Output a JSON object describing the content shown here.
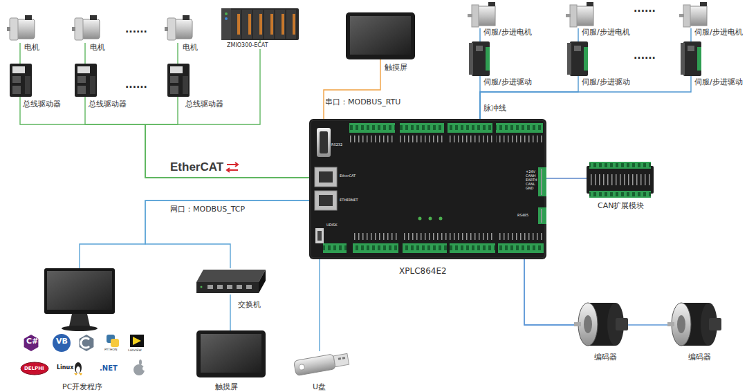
{
  "diagram": {
    "nodes": [
      {
        "text": [
          "电机"
        ]
      },
      {
        "text": [
          "电机"
        ]
      },
      {
        "text": [
          "电机"
        ]
      },
      {
        "text": [
          "总线驱动器"
        ]
      },
      {
        "text": [
          "总线驱动器"
        ]
      },
      {
        "text": [
          "总线驱动器"
        ]
      },
      {
        "text": [
          "ZMIO300-ECAT"
        ]
      },
      {
        "text": [
          "触摸屏"
        ]
      },
      {
        "text": [
          "伺服/步进电机"
        ]
      },
      {
        "text": [
          "伺服/步进电机"
        ]
      },
      {
        "text": [
          "伺服/步进电机"
        ]
      },
      {
        "text": [
          "伺服/步进驱动"
        ]
      },
      {
        "text": [
          "伺服/步进驱动"
        ]
      },
      {
        "text": [
          "伺服/步进驱动"
        ]
      },
      {
        "text": [
          "XPLC864E2"
        ]
      },
      {
        "text": [
          "CAN扩展模块"
        ]
      },
      {
        "text": [
          "PC开发程序"
        ]
      },
      {
        "text": [
          "交换机"
        ]
      },
      {
        "text": [
          "触摸屏"
        ]
      },
      {
        "text": [
          "U盘"
        ]
      },
      {
        "text": [
          "编码器"
        ]
      },
      {
        "text": [
          "编码器"
        ]
      }
    ],
    "edges": [
      {
        "from": 0,
        "to": 3,
        "arrow": "none"
      },
      {
        "from": 1,
        "to": 4,
        "arrow": "none"
      },
      {
        "from": 2,
        "to": 5,
        "arrow": "none"
      },
      {
        "from": 3,
        "to": 14,
        "arrow": "none"
      },
      {
        "from": 4,
        "to": 14,
        "arrow": "none"
      },
      {
        "from": 5,
        "to": 14,
        "arrow": "none"
      },
      {
        "from": 6,
        "to": 14,
        "arrow": "none"
      },
      {
        "from": 7,
        "to": 14,
        "label": "串口：MODBUS_RTU",
        "arrow": "none"
      },
      {
        "from": 8,
        "to": 11,
        "arrow": "none"
      },
      {
        "from": 9,
        "to": 12,
        "arrow": "none"
      },
      {
        "from": 10,
        "to": 13,
        "arrow": "none"
      },
      {
        "from": 11,
        "to": 14,
        "label": "脉冲线",
        "arrow": "none"
      },
      {
        "from": 12,
        "to": 14,
        "arrow": "none"
      },
      {
        "from": 13,
        "to": 14,
        "arrow": "none"
      },
      {
        "from": 14,
        "to": 15,
        "arrow": "none"
      },
      {
        "from": 14,
        "to": 16,
        "label": "网口：MODBUS_TCP",
        "arrow": "none"
      },
      {
        "from": 14,
        "to": 17,
        "arrow": "none"
      },
      {
        "from": 17,
        "to": 18,
        "arrow": "none"
      },
      {
        "from": 14,
        "to": 19,
        "arrow": "none"
      },
      {
        "from": 14,
        "to": 20,
        "arrow": "none"
      },
      {
        "from": 14,
        "to": 21,
        "arrow": "none"
      }
    ],
    "labels": [
      "......",
      "......",
      "EtherCAT",
      "......",
      "......",
      "RS232",
      "EtherCAT",
      "ETHERNET",
      "UDISK",
      "+24V",
      "CANH",
      "EARTH",
      "CANL",
      "GND",
      "RS485",
      "C#",
      "VB",
      "PYTHON",
      "LabVIEW",
      "DELPHI",
      "Linux",
      ".NET"
    ]
  }
}
